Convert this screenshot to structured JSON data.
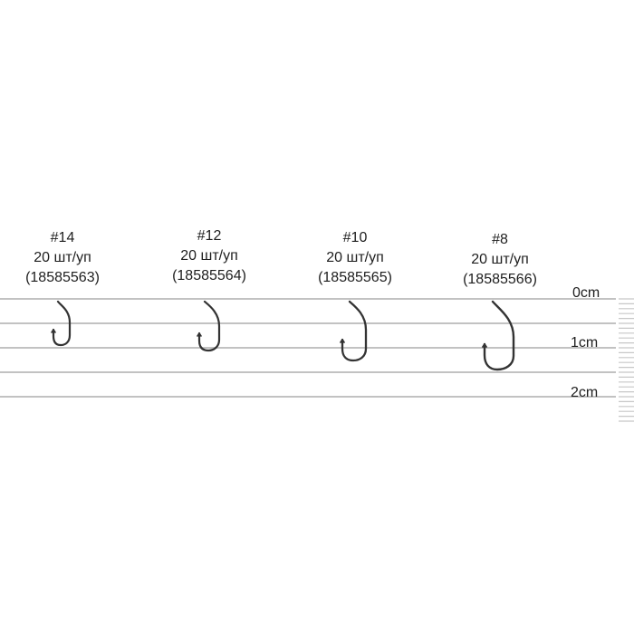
{
  "hooks": [
    {
      "size": "#14",
      "pack": "20 шт/уп",
      "code": "(18585563)",
      "icon": "fishing-hook-icon"
    },
    {
      "size": "#12",
      "pack": "20 шт/уп",
      "code": "(18585564)",
      "icon": "fishing-hook-icon"
    },
    {
      "size": "#10",
      "pack": "20 шт/уп",
      "code": "(18585565)",
      "icon": "fishing-hook-icon"
    },
    {
      "size": "#8",
      "pack": "20 шт/уп",
      "code": "(18585566)",
      "icon": "fishing-hook-icon"
    }
  ],
  "scale": {
    "labels": [
      "0cm",
      "1cm",
      "2cm"
    ]
  },
  "colors": {
    "background": "#ffffff",
    "text": "#1e1e1e",
    "lines": "#bdbdbd",
    "hook_stroke": "#333333"
  }
}
